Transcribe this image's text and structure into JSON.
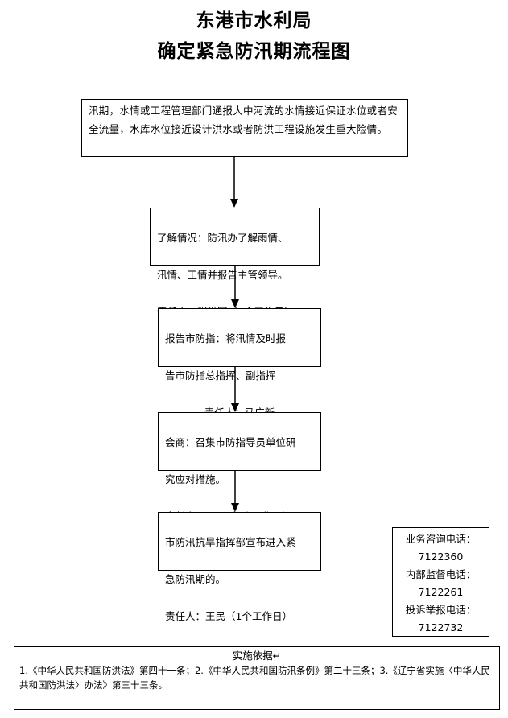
{
  "title": {
    "line1": "东港市水利局",
    "line2": "确定紧急防汛期流程图"
  },
  "flow": {
    "trigger": "汛期，水情或工程管理部门通报大中河流的水情接近保证水位或者安全流量，水库水位接近设计洪水或者防洪工程设施发生重大险情。",
    "step1": {
      "line1": "了解情况：防汛办了解雨情、",
      "line2": "汛情、工情并报告主管领导。",
      "line3": "责任人：张洪军（1个工作日）"
    },
    "step2": {
      "line1": "报告市防指：将汛情及时报",
      "line2": "告市防指总指挥、副指挥",
      "line3": "责任人：马广新"
    },
    "step3": {
      "line1": "会商：召集市防指导员单位研",
      "line2": "究应对措施。",
      "line3": "责任人：王民（1个工作日）"
    },
    "step4": {
      "line1": "市防汛抗旱指挥部宣布进入紧",
      "line2": "急防汛期的。",
      "line3": "责任人：王民（1个工作日）"
    }
  },
  "contacts": {
    "consult_label": "业务咨询电话：",
    "consult_number": "7122360",
    "supervise_label": "内部监督电话：",
    "supervise_number": "7122261",
    "complaint_label": "投诉举报电话：",
    "complaint_number": "7122732"
  },
  "basis": {
    "heading": "实施依据↵",
    "text": "1.《中华人民共和国防洪法》第四十一条；2.《中华人民共和国防汛条例》第二十三条；3.《辽宁省实施〈中华人民共和国防洪法〉办法》第三十三条。"
  }
}
